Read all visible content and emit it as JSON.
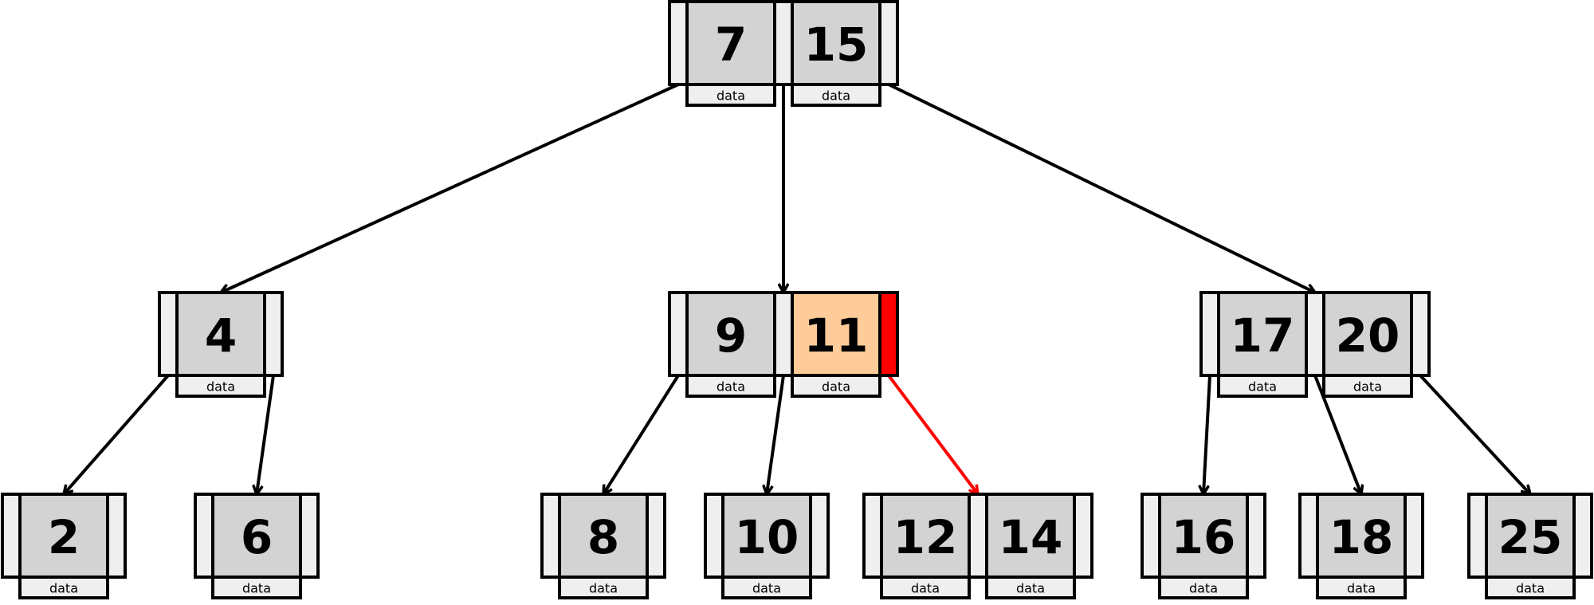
{
  "tree": {
    "data_label": "data",
    "nodes": [
      {
        "id": "root",
        "keys": [
          "7",
          "15"
        ]
      },
      {
        "id": "n4",
        "keys": [
          "4"
        ]
      },
      {
        "id": "n9_11",
        "keys": [
          "9",
          "11"
        ],
        "highlighted_key_index": 1,
        "active_pointer_index": 2
      },
      {
        "id": "n17_20",
        "keys": [
          "17",
          "20"
        ]
      },
      {
        "id": "leaf2",
        "keys": [
          "2"
        ]
      },
      {
        "id": "leaf6",
        "keys": [
          "6"
        ]
      },
      {
        "id": "leaf8",
        "keys": [
          "8"
        ]
      },
      {
        "id": "leaf10",
        "keys": [
          "10"
        ]
      },
      {
        "id": "leaf12_14",
        "keys": [
          "12",
          "14"
        ]
      },
      {
        "id": "leaf16",
        "keys": [
          "16"
        ]
      },
      {
        "id": "leaf18",
        "keys": [
          "18"
        ]
      },
      {
        "id": "leaf25",
        "keys": [
          "25"
        ]
      }
    ],
    "edges": [
      {
        "from": "root",
        "pointer": 0,
        "to": "n4"
      },
      {
        "from": "root",
        "pointer": 1,
        "to": "n9_11"
      },
      {
        "from": "root",
        "pointer": 2,
        "to": "n17_20"
      },
      {
        "from": "n4",
        "pointer": 0,
        "to": "leaf2"
      },
      {
        "from": "n4",
        "pointer": 1,
        "to": "leaf6"
      },
      {
        "from": "n9_11",
        "pointer": 0,
        "to": "leaf8"
      },
      {
        "from": "n9_11",
        "pointer": 1,
        "to": "leaf10"
      },
      {
        "from": "n9_11",
        "pointer": 2,
        "to": "leaf12_14",
        "highlighted": true
      },
      {
        "from": "n17_20",
        "pointer": 0,
        "to": "leaf16"
      },
      {
        "from": "n17_20",
        "pointer": 1,
        "to": "leaf18"
      },
      {
        "from": "n17_20",
        "pointer": 2,
        "to": "leaf25"
      }
    ],
    "colors": {
      "key_fill": "#d3d3d3",
      "pointer_fill": "#efefef",
      "highlight_key": "#ffcc99",
      "active_pointer": "#ff0000",
      "highlight_edge": "#ff0000",
      "edge": "#000000"
    }
  }
}
